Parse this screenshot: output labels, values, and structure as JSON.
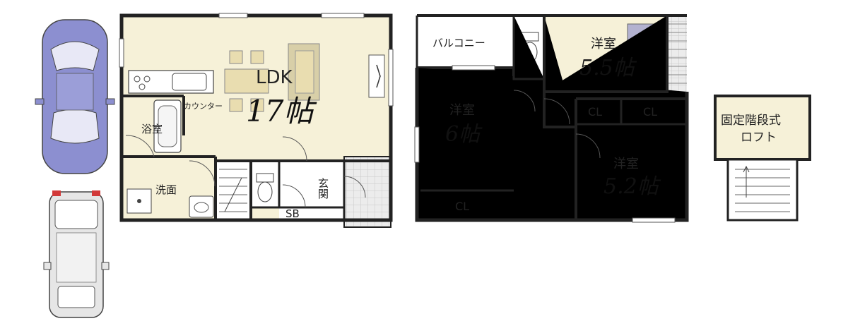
{
  "floor1": {
    "ldk_label": "LDK",
    "ldk_size": "17帖",
    "counter_label": "カウンター",
    "bath_label": "浴室",
    "washroom_label": "洗面",
    "entrance_label": "玄関",
    "sb_label": "SB"
  },
  "floor2": {
    "balcony_label": "バルコニー",
    "room_a_label": "洋室",
    "room_a_size": "6帖",
    "room_b_label": "洋室",
    "room_b_size": "5.5帖",
    "room_c_label": "洋室",
    "room_c_size": "5.2帖",
    "cl_label_1": "CL",
    "cl_label_2": "CL",
    "cl_label_3": "CL"
  },
  "loft": {
    "title": "固定階段式",
    "subtitle": "ロフト"
  },
  "colors": {
    "floor": "#f6f1d8",
    "wall": "#222222",
    "bed": "#b3b2d0",
    "car_sedan": "#8c8fd0",
    "car_wagon": "#e6e6e6",
    "tile": "#e2e2e2"
  }
}
